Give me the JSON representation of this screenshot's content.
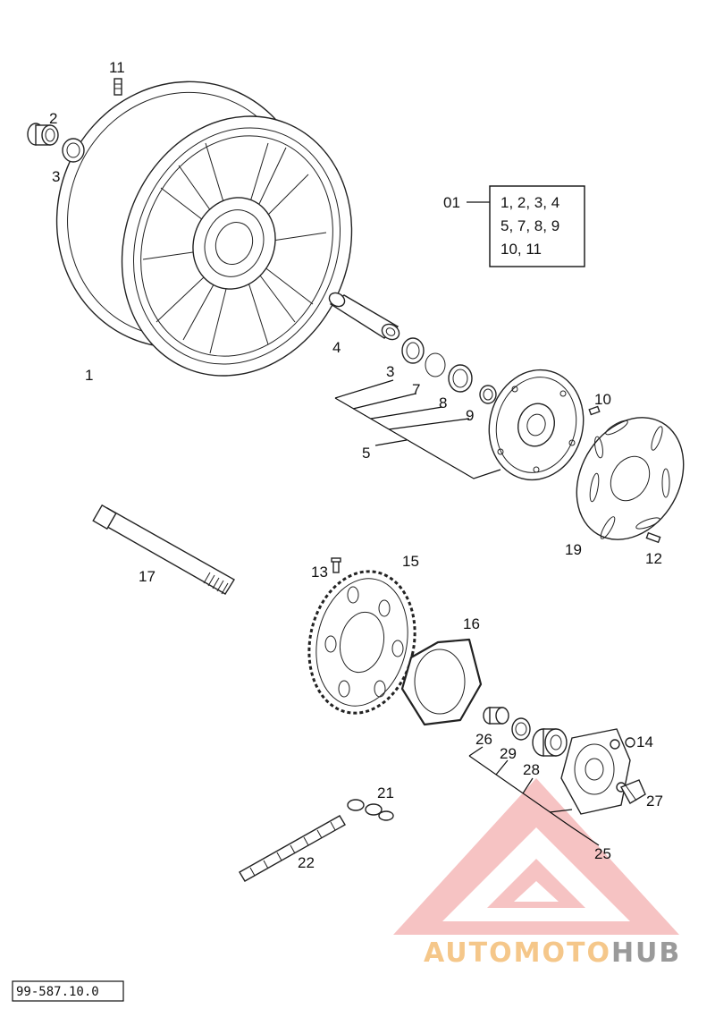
{
  "callouts": {
    "p11": "11",
    "p2": "2",
    "p3a": "3",
    "p1": "1",
    "p4": "4",
    "p3b": "3",
    "p7": "7",
    "p8": "8",
    "p9": "9",
    "p5": "5",
    "p10": "10",
    "p19": "19",
    "p12": "12",
    "p17": "17",
    "p13": "13",
    "p15": "15",
    "p16": "16",
    "p26": "26",
    "p29": "29",
    "p28": "28",
    "p14": "14",
    "p27": "27",
    "p25": "25",
    "p21": "21",
    "p22": "22"
  },
  "kit": {
    "label": "01",
    "lines": [
      "1, 2, 3, 4",
      "5, 7, 8, 9",
      "10, 11"
    ]
  },
  "doc_number": "99-587.10.0",
  "watermark": {
    "part1": "AUTOMOTO",
    "part2": "HUB",
    "colors": {
      "accent": "#f2a9a9",
      "orange": "#f6c98a",
      "dark": "#9a9a9a"
    }
  }
}
